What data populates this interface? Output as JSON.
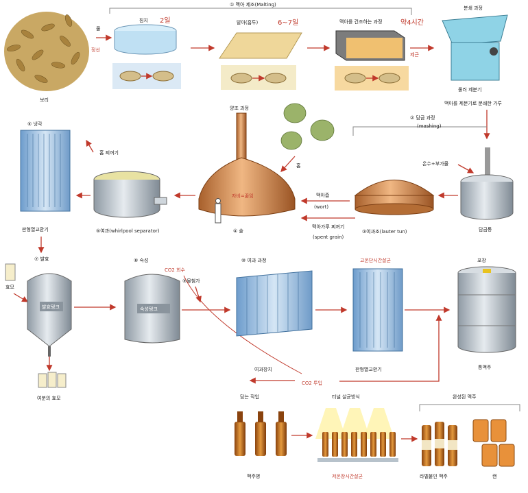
{
  "labels": {
    "barley": "보리",
    "water": "물",
    "cleaning": "정선",
    "malting_title": "① 맥아 제조(Malting)",
    "steeping": "침지",
    "steep_days": "2일",
    "germination": "발아(흡투)",
    "germ_days": "6~7일",
    "drying": "맥아를 건조하는 과정",
    "dry_hours": "약4시간",
    "degerm": "제근",
    "milling_title": "분쇄 과정",
    "roller_mill": "롤러 제분기",
    "mill_note": "맥아를 제분기로 분쇄한 가루",
    "mashing_title": "② 담금 과정",
    "mashing_en": "(mashing)",
    "warm_water": "온수+부가물",
    "mash_tun": "담금통",
    "lauter": "③여과조(lauter tun)",
    "wort_ko": "맥아즙",
    "wort_en": "(wort)",
    "spent_ko": "맥아가루 찌꺼기",
    "spent_en": "(spent grain)",
    "brewing_title": "양조 과정",
    "hops": "홉",
    "boil_note": "자비=끓임",
    "kettle": "④ 솥",
    "whirlpool": "⑤여과(whirlpool separator)",
    "hop_residue": "홉 찌꺼기",
    "cooling": "⑥ 냉각",
    "plate_hx": "판형열교환기",
    "fermentation": "⑦ 발효",
    "yeast": "효모",
    "ferm_tank": "발효탱크",
    "surplus_yeast": "여분의 효모",
    "maturation": "⑧ 숙성",
    "co2_recovery": "CO2 회수",
    "aging_tank": "숙성탱크",
    "additive": "⑨물첨가",
    "filtration": "⑩ 여과 과정",
    "filter_device": "여과장치",
    "co2_inject": "CO2 투입",
    "pasteurization": "고온단시간살균",
    "plate_hx2": "판형열교환기",
    "packaging": "포장",
    "keg_beer": "통맥주",
    "bottling": "담는 작업",
    "beer_bottle": "맥주병",
    "tunnel": "터널 살균방식",
    "low_temp": "저온장시간살균",
    "finished": "완성된 맥주",
    "labeled": "라벨붙인 맥주",
    "can": "캔"
  },
  "colors": {
    "arrow": "#c0392b",
    "steel": "#b9c3cc",
    "copper": "#d7935a",
    "blue_hx": "#9fc3e3",
    "beer": "#b8621b"
  }
}
